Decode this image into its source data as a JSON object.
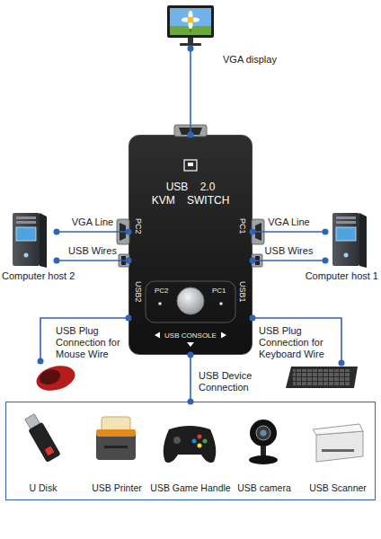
{
  "diagram": {
    "nodes": [
      {
        "text": [
          "VGA display"
        ]
      },
      {
        "text": [
          "USB 2.0 KVM SWITCH",
          "PC2",
          "USB2",
          "PC1",
          "USB1",
          "PC2",
          "PC1",
          "USB CONSOLE"
        ]
      },
      {
        "text": [
          "Computer host 2"
        ]
      },
      {
        "text": [
          "Computer host 1"
        ]
      },
      {
        "text": [
          "USB Plug Connection for Mouse Wire"
        ]
      },
      {
        "text": [
          "USB Plug Connection for Keyboard Wire"
        ]
      },
      {
        "text": [
          "USB Device Connection"
        ]
      },
      {
        "text": [
          "U Disk"
        ],
        "in": 6
      },
      {
        "text": [
          "USB Printer"
        ],
        "in": 6
      },
      {
        "text": [
          "USB Game Handle"
        ],
        "in": 6
      },
      {
        "text": [
          "USB camera"
        ],
        "in": 6
      },
      {
        "text": [
          "USB Scanner"
        ],
        "in": 6
      }
    ],
    "edges": [
      {
        "from": 0,
        "to": 1,
        "arrow": "none"
      },
      {
        "from": 2,
        "to": 1,
        "label": "VGA Line",
        "arrow": "none"
      },
      {
        "from": 2,
        "to": 1,
        "label": "USB Wires",
        "arrow": "none"
      },
      {
        "from": 3,
        "to": 1,
        "label": "VGA Line",
        "arrow": "none"
      },
      {
        "from": 3,
        "to": 1,
        "label": "USB Wires",
        "arrow": "none"
      },
      {
        "from": 1,
        "to": 4,
        "arrow": "none"
      },
      {
        "from": 1,
        "to": 5,
        "arrow": "none"
      },
      {
        "from": 1,
        "to": 6,
        "arrow": "none"
      }
    ]
  }
}
